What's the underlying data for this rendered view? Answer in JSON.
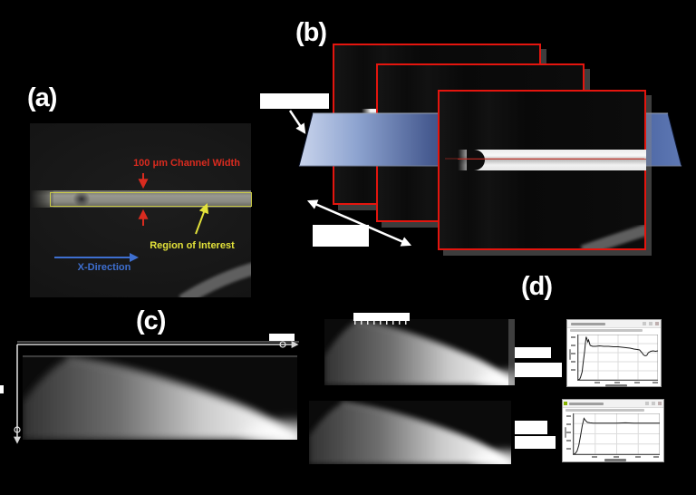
{
  "figure": {
    "panel_a": {
      "label": "(a)",
      "channel_width_label": "100 μm Channel Width",
      "roi_label": "Region of Interest",
      "x_direction_label": "X-Direction"
    },
    "panel_b": {
      "label": "(b)"
    },
    "panel_c": {
      "label": "(c)"
    },
    "panel_d": {
      "label": "(d)"
    }
  },
  "colors": {
    "background": "#000000",
    "annotation_red": "#d92b1f",
    "annotation_yellow": "#e3e23a",
    "annotation_blue": "#3e6fd0",
    "frame_red": "#e4150e",
    "focal_plane_blue": "#6c86c0",
    "plot_curve": "#1a1a1a"
  },
  "chart_data": [
    {
      "type": "line",
      "title": "",
      "xlabel": "",
      "ylabel": "",
      "x_range": [
        0,
        100
      ],
      "y_range": [
        0,
        100
      ],
      "grid": true,
      "x": [
        0,
        2,
        3,
        5,
        6,
        8,
        9,
        10,
        11,
        12,
        13,
        15,
        18,
        22,
        27,
        32,
        38,
        44,
        50,
        55,
        60,
        65,
        70,
        74,
        77,
        80,
        82,
        84,
        86,
        88,
        91,
        94,
        97,
        100
      ],
      "y": [
        0,
        2,
        6,
        18,
        34,
        62,
        80,
        95,
        90,
        84,
        88,
        76,
        74,
        74,
        75,
        74,
        74,
        73,
        73,
        72,
        71,
        70,
        68,
        67,
        66,
        60,
        55,
        53,
        54,
        60,
        63,
        64,
        63,
        64
      ]
    },
    {
      "type": "line",
      "title": "",
      "xlabel": "",
      "ylabel": "",
      "x_range": [
        0,
        100
      ],
      "y_range": [
        0,
        100
      ],
      "grid": true,
      "x": [
        0,
        2,
        4,
        6,
        8,
        10,
        12,
        14,
        16,
        19,
        23,
        30,
        40,
        50,
        60,
        70,
        80,
        90,
        100
      ],
      "y": [
        0,
        2,
        8,
        22,
        45,
        70,
        88,
        82,
        78,
        77,
        76,
        76,
        76,
        76,
        77,
        76,
        76,
        76,
        76
      ]
    }
  ]
}
